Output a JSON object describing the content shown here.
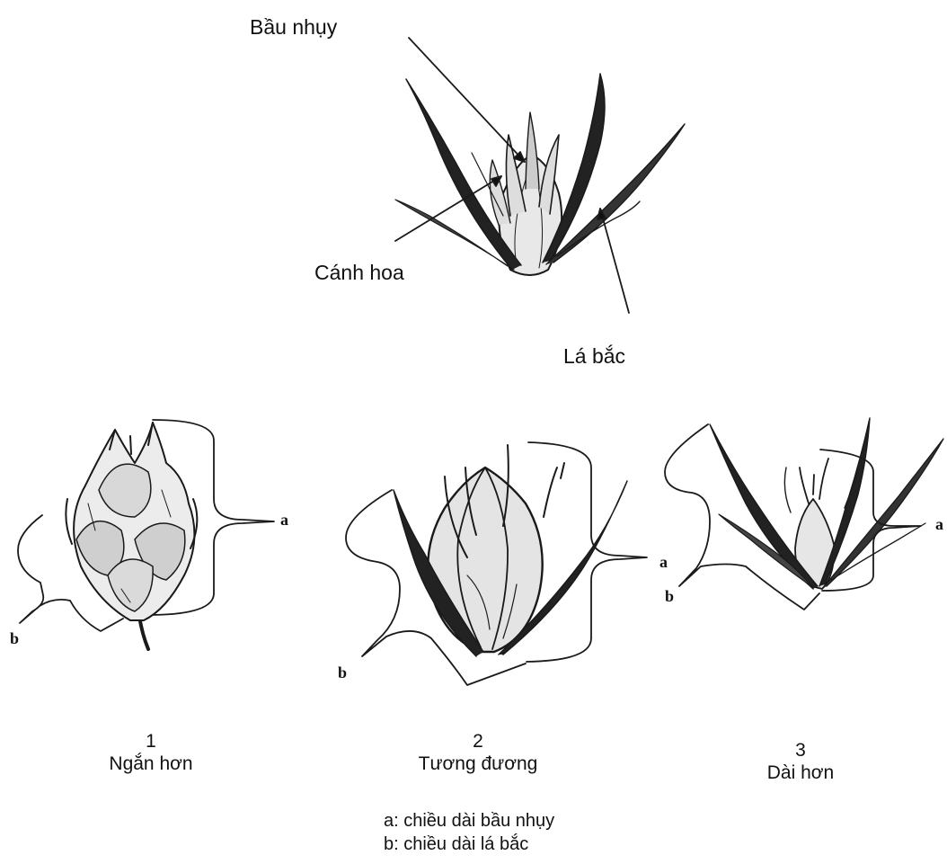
{
  "top_labels": {
    "ovary": "Bầu nhụy",
    "petal": "Cánh hoa",
    "bract": "Lá bắc"
  },
  "markers": {
    "a": "a",
    "b": "b"
  },
  "panels": [
    {
      "number": "1",
      "caption": "Ngắn hơn"
    },
    {
      "number": "2",
      "caption": "Tương đương"
    },
    {
      "number": "3",
      "caption": "Dài hơn"
    }
  ],
  "legend": [
    "a: chiều dài bầu nhụy",
    "b: chiều dài lá bắc"
  ]
}
